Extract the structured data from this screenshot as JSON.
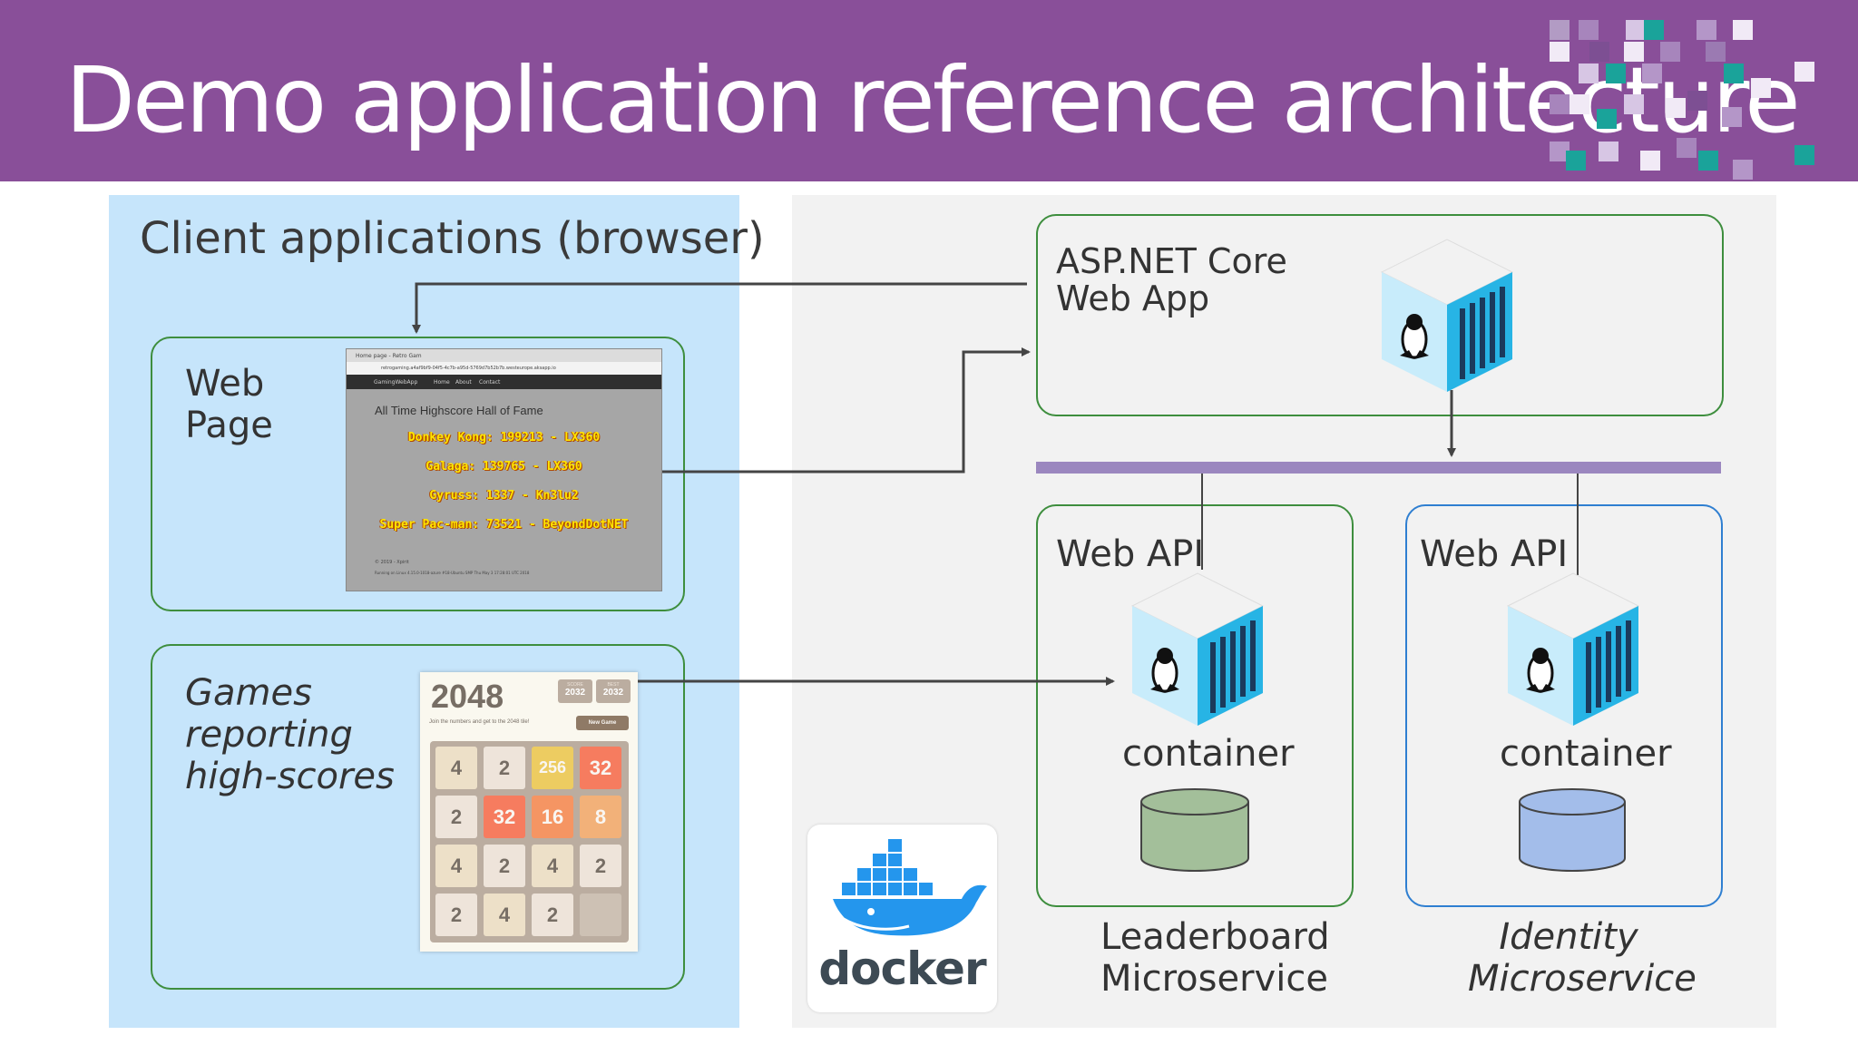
{
  "slide": {
    "title": "Demo application reference architecture"
  },
  "colors": {
    "header": "#894f99",
    "client_panel": "#c6e5fb",
    "server_panel": "#f2f2f2",
    "green_border": "#3e8e3e",
    "blue_border": "#2f7fd1",
    "bus": "#9b87bf",
    "leaderboard_db": "#a3bf9a",
    "identity_db": "#a3bdea",
    "container_cyan": "#27b4e5"
  },
  "client": {
    "title": "Client applications (browser)",
    "web_page": {
      "label_line1": "Web",
      "label_line2": "Page",
      "screenshot": {
        "tab": "Home page - Retro Gam",
        "url": "retrogaming.a4af9bf9-04f5-4c7b-a95d-5769d7b52b7b.westeurope.aksapp.io",
        "brand": "GamingWebApp",
        "nav_items": [
          "Home",
          "About",
          "Contact"
        ],
        "heading": "All Time Highscore Hall of Fame",
        "scores": [
          "Donkey Kong: 199213 - LX360",
          "Galaga: 139765 - LX360",
          "Gyruss: 1337 - Kn3lu2",
          "Super Pac-man: 73521 - BeyondDotNET"
        ],
        "footer1": "© 2019 - Xpirit",
        "footer2": "Running on Linux 4.15.0-1018-azure #18-Ubuntu SMP Thu May 3 17:28:01 UTC 2018"
      }
    },
    "games": {
      "label_line1": "Games",
      "label_line2": "reporting",
      "label_line3": "high-scores",
      "game": {
        "title": "2048",
        "score_caption": "SCORE",
        "score": "2032",
        "best_caption": "BEST",
        "best": "2032",
        "subtitle": "Join the numbers and get to the 2048 tile!",
        "new_game": "New Game",
        "tiles": [
          [
            "4",
            "2",
            "256",
            "32"
          ],
          [
            "2",
            "32",
            "16",
            "8"
          ],
          [
            "4",
            "2",
            "4",
            "2"
          ],
          [
            "2",
            "4",
            "2",
            ""
          ]
        ]
      }
    }
  },
  "server": {
    "aspnet": {
      "line1": "ASP.NET Core",
      "line2": "Web App"
    },
    "leaderboard": {
      "api_label": "Web API",
      "container_label": "container",
      "caption_line1": "Leaderboard",
      "caption_line2": "Microservice"
    },
    "identity": {
      "api_label": "Web API",
      "container_label": "container",
      "caption_line1": "Identity",
      "caption_line2": "Microservice"
    },
    "docker": {
      "wordmark": "docker"
    }
  }
}
